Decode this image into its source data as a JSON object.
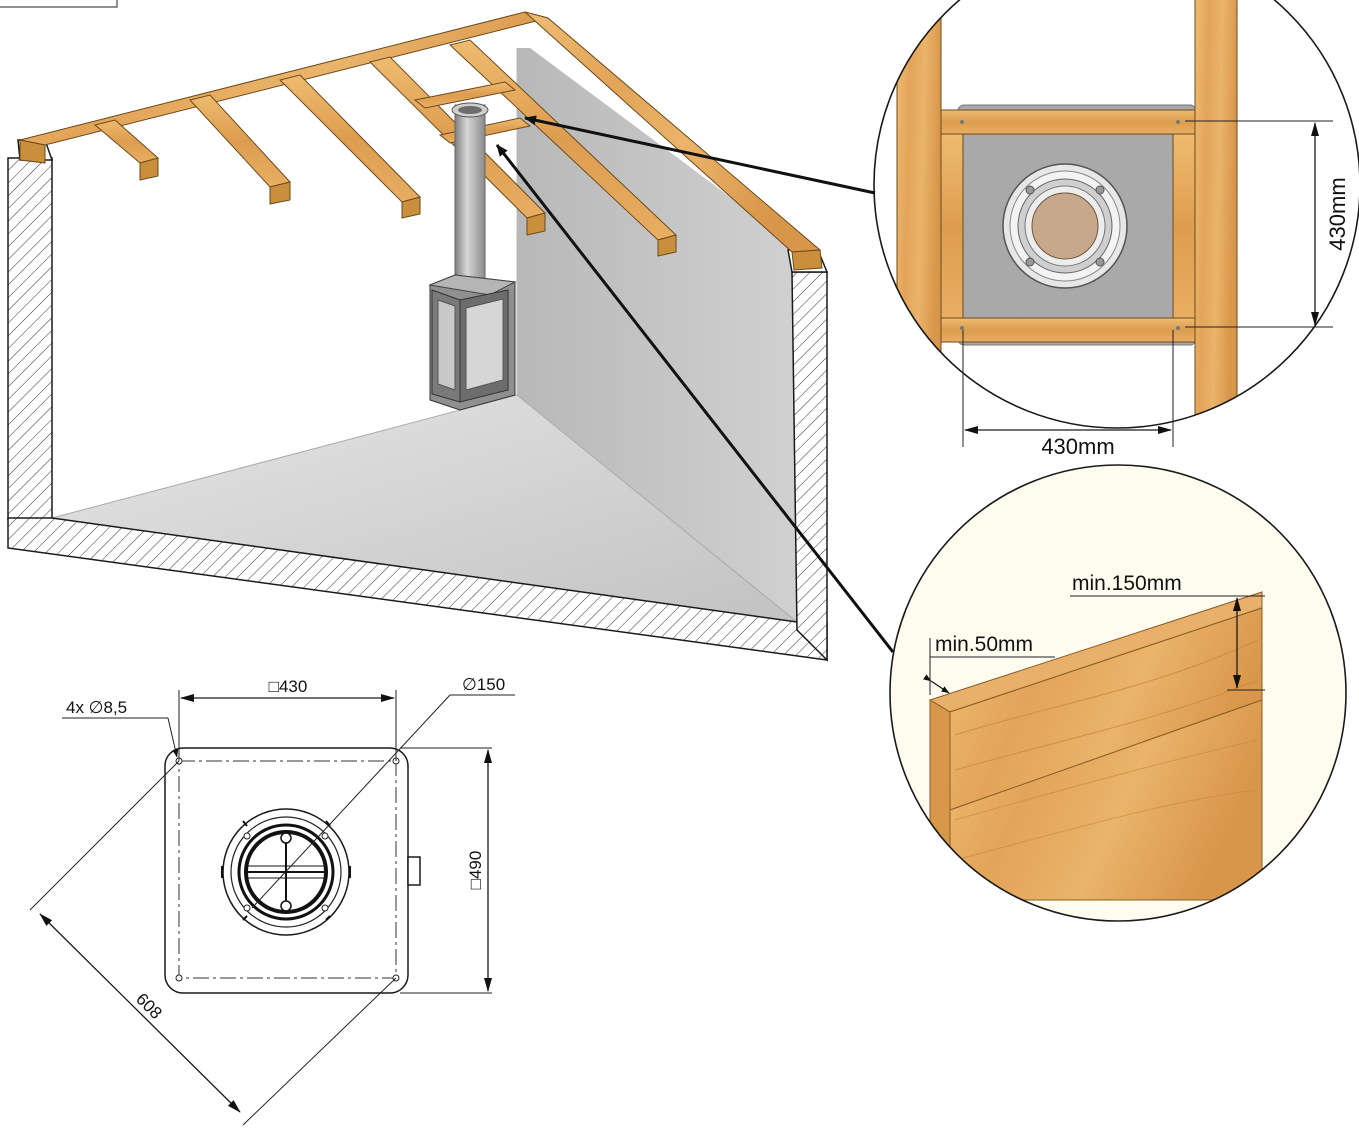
{
  "callouts": {
    "opening_width": "430mm",
    "opening_height": "430mm",
    "beam_height": "min.150mm",
    "beam_thickness": "min.50mm"
  },
  "plan": {
    "holes": "4x ∅8,5",
    "hole_square": "□430",
    "flue_diameter": "∅150",
    "plate_square": "□490",
    "diagonal": "608"
  },
  "colors": {
    "wood": "#e3a85a",
    "wall_hatch": "#333333",
    "floor": "#d4d4d4",
    "back_wall": "#c4c4c4",
    "plate": "#a9a9a9"
  }
}
